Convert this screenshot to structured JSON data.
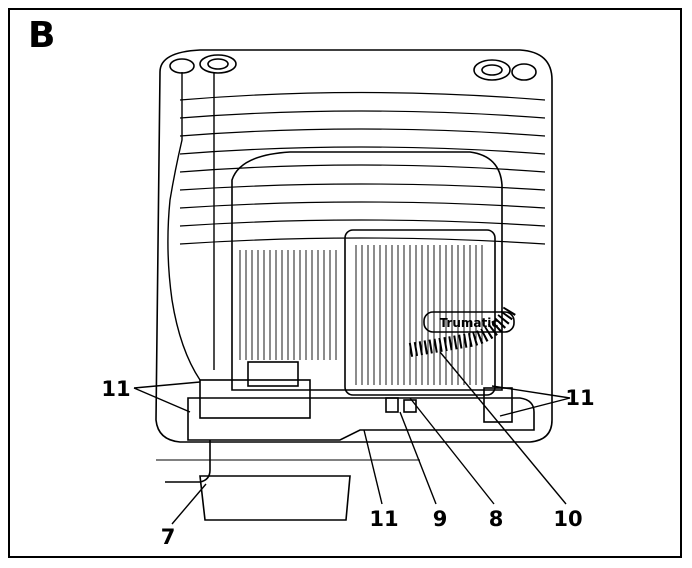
{
  "figure": {
    "letter": "B"
  },
  "brand": {
    "label": "Trumatic"
  },
  "callouts": {
    "c7": "7",
    "c8": "8",
    "c9": "9",
    "c10": "10",
    "c11_left": "11",
    "c11_bottom": "11",
    "c11_right": "11"
  },
  "colors": {
    "line": "#000000",
    "background": "#ffffff"
  }
}
